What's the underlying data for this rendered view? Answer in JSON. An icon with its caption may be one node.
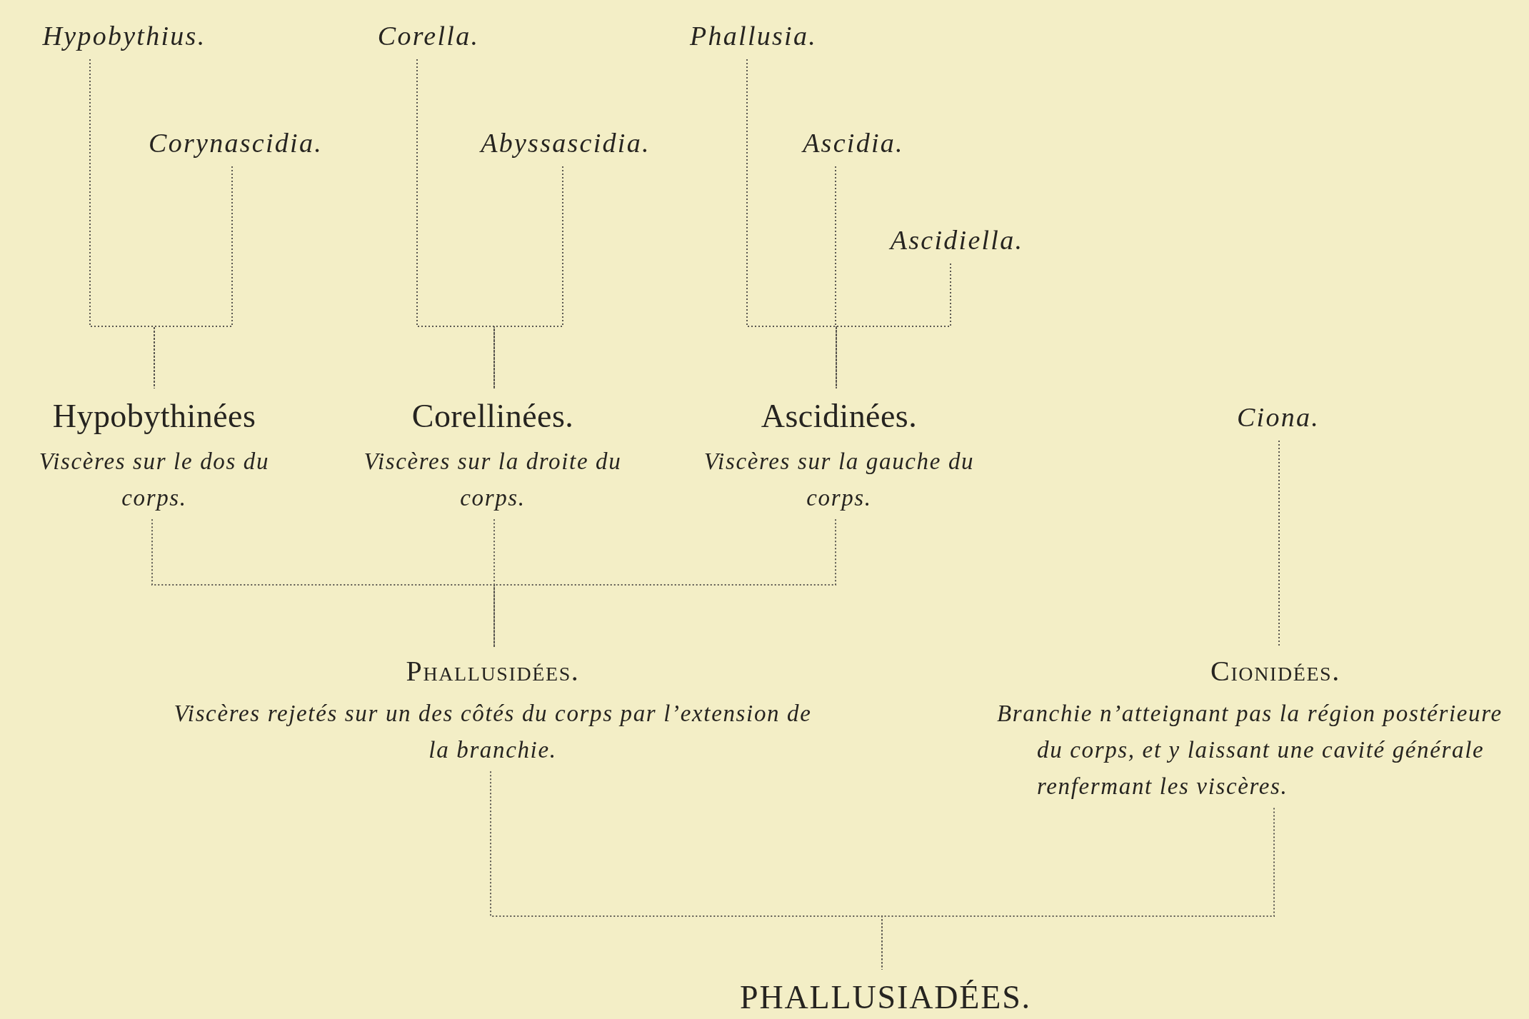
{
  "diagram": {
    "nodes": [
      {
        "text": [
          "Hypobythius."
        ]
      },
      {
        "text": [
          "Corella."
        ]
      },
      {
        "text": [
          "Phallusia."
        ]
      },
      {
        "text": [
          "Corynascidia."
        ]
      },
      {
        "text": [
          "Abyssascidia."
        ]
      },
      {
        "text": [
          "Ascidia."
        ]
      },
      {
        "text": [
          "Ascidiella."
        ]
      },
      {
        "text": [
          "Hypobythinées",
          "Viscères sur le dos du corps."
        ]
      },
      {
        "text": [
          "Corellinées.",
          "Viscères sur la droite du corps."
        ]
      },
      {
        "text": [
          "Ascidinées.",
          "Viscères sur la gauche du corps."
        ]
      },
      {
        "text": [
          "Ciona."
        ]
      },
      {
        "text": [
          "Phallusidées.",
          "Viscères rejetés sur un des côtés du corps par l’extension de la branchie."
        ]
      },
      {
        "text": [
          "Cionidées.",
          "Branchie n’atteignant pas la région postérieure du corps, et y laissant une cavité générale renfermant les viscères."
        ]
      },
      {
        "text": [
          "PHALLUSIADÉES."
        ]
      }
    ],
    "edges": [
      {
        "from": 0,
        "to": 7,
        "arrow": "none"
      },
      {
        "from": 3,
        "to": 7,
        "arrow": "none"
      },
      {
        "from": 1,
        "to": 8,
        "arrow": "none"
      },
      {
        "from": 4,
        "to": 8,
        "arrow": "none"
      },
      {
        "from": 2,
        "to": 9,
        "arrow": "none"
      },
      {
        "from": 5,
        "to": 9,
        "arrow": "none"
      },
      {
        "from": 6,
        "to": 9,
        "arrow": "none"
      },
      {
        "from": 7,
        "to": 11,
        "arrow": "none"
      },
      {
        "from": 8,
        "to": 11,
        "arrow": "none"
      },
      {
        "from": 9,
        "to": 11,
        "arrow": "none"
      },
      {
        "from": 10,
        "to": 12,
        "arrow": "none"
      },
      {
        "from": 11,
        "to": 13,
        "arrow": "none"
      },
      {
        "from": 12,
        "to": 13,
        "arrow": "none"
      }
    ]
  }
}
